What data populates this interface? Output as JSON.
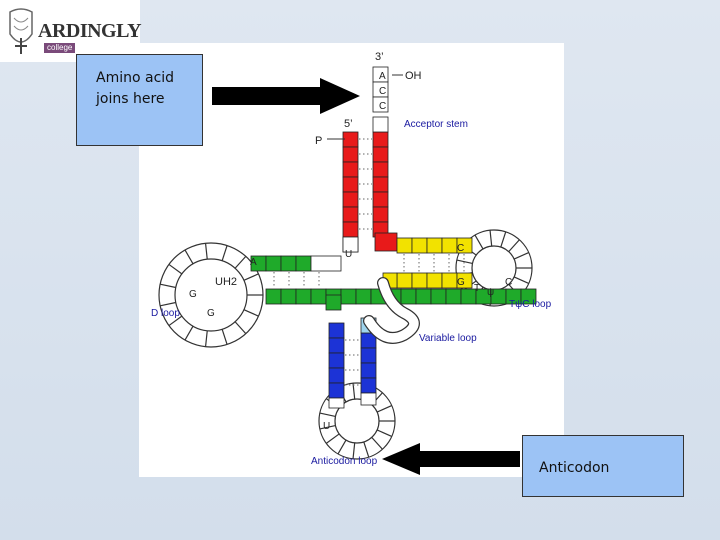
{
  "logo": {
    "name": "ARDINGLY",
    "sub": "college"
  },
  "callouts": {
    "amino": "Amino acid joins here",
    "anticodon": "Anticodon"
  },
  "diagram": {
    "end_3": "3’",
    "end_5": "5’",
    "oh": "OH",
    "p": "P",
    "cca": [
      "A",
      "C",
      "C"
    ],
    "acceptor_stem": "Acceptor stem",
    "d_loop": "D loop",
    "tpsic_loop": "TψC loop",
    "variable_loop": "Variable loop",
    "anticodon_loop": "Anticodon loop",
    "uh2": "UH2",
    "bases": {
      "u_acceptor": "U",
      "a_d": "A",
      "g1": "G",
      "g2": "G",
      "c1": "C",
      "g3": "G",
      "t": "T",
      "psi": "ψ",
      "c2": "C",
      "u_anticodon": "U"
    }
  },
  "colors": {
    "acceptor": "#e81a1a",
    "tpsic": "#f2e200",
    "d_arm": "#1faa2a",
    "anticodon": "#1c33d6",
    "variable": "#9fd4ee",
    "label": "#1a1aa0",
    "callout": "#9cc3f5"
  }
}
